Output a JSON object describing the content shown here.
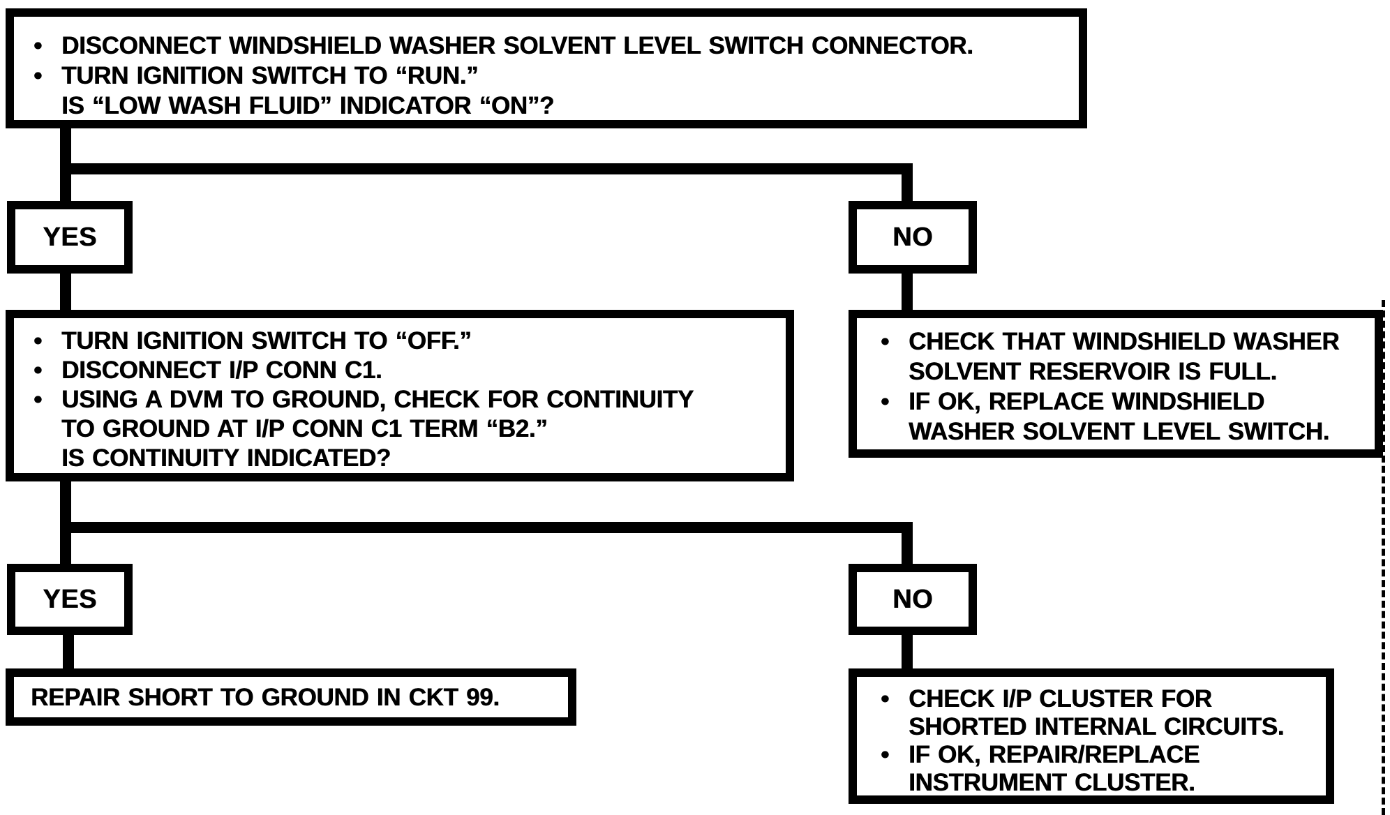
{
  "bullet_char": "•",
  "colors": {
    "ink": "#000000",
    "paper": "#ffffff"
  },
  "flowchart": {
    "step1": {
      "lines": [
        "DISCONNECT WINDSHIELD WASHER SOLVENT LEVEL SWITCH CONNECTOR.",
        "TURN IGNITION SWITCH TO “RUN.”",
        "IS “LOW WASH FLUID” INDICATOR “ON”?"
      ]
    },
    "branch1": {
      "yes": "YES",
      "no": "NO"
    },
    "step2_yes": {
      "lines": [
        "TURN IGNITION SWITCH TO “OFF.”",
        "DISCONNECT I/P CONN C1.",
        "USING A DVM TO GROUND, CHECK FOR CONTINUITY",
        "TO GROUND AT I/P CONN C1 TERM “B2.”",
        "IS CONTINUITY INDICATED?"
      ]
    },
    "step2_no": {
      "lines": [
        "CHECK THAT WINDSHIELD WASHER",
        "SOLVENT RESERVOIR IS FULL.",
        "IF OK, REPLACE WINDSHIELD",
        "WASHER SOLVENT LEVEL SWITCH."
      ]
    },
    "branch2": {
      "yes": "YES",
      "no": "NO"
    },
    "step3_yes": {
      "lines": [
        "REPAIR SHORT TO GROUND IN CKT 99."
      ]
    },
    "step3_no": {
      "lines": [
        "CHECK I/P CLUSTER FOR",
        "SHORTED INTERNAL CIRCUITS.",
        "IF OK, REPAIR/REPLACE",
        "INSTRUMENT CLUSTER."
      ]
    }
  }
}
